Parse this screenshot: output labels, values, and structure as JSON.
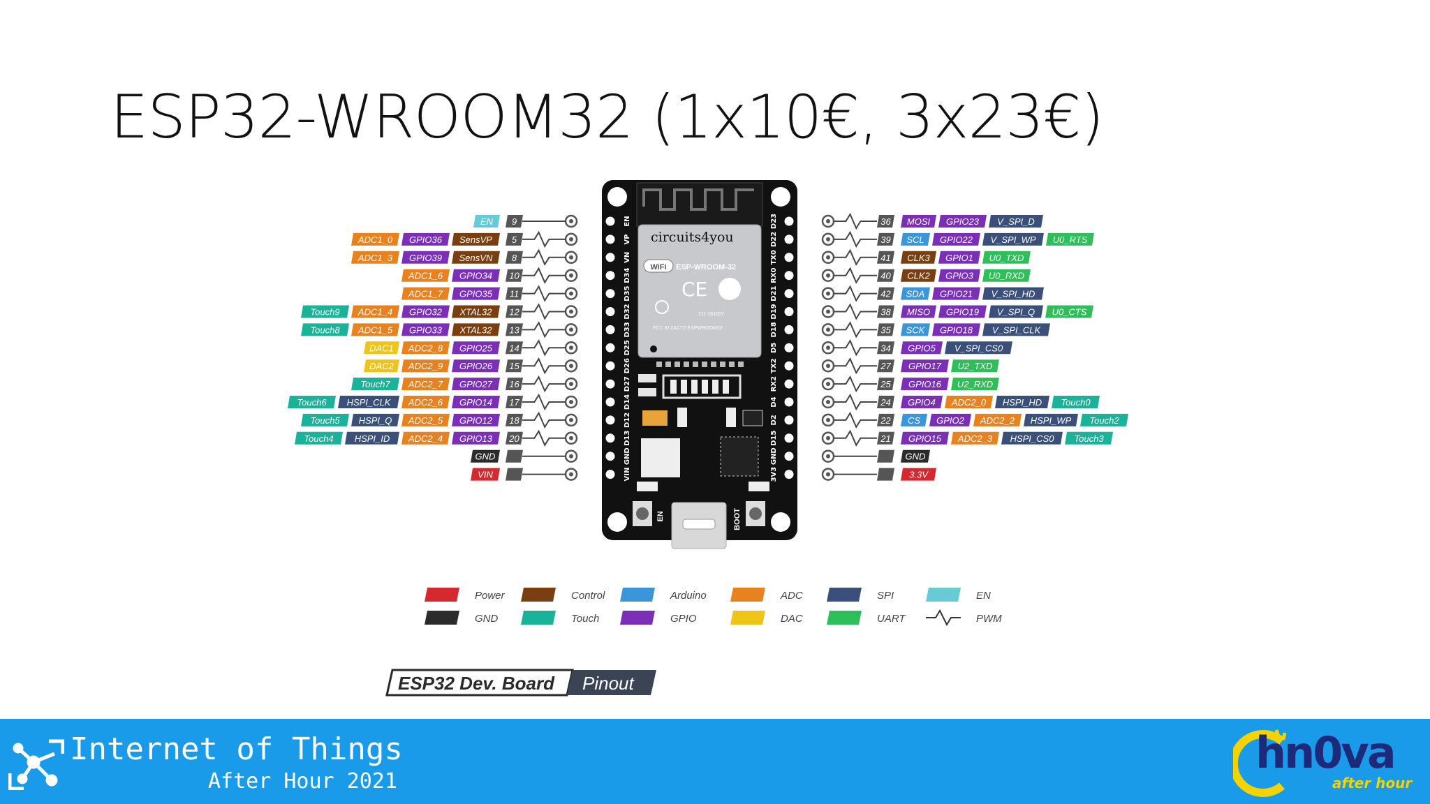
{
  "slide": {
    "title": "ESP32-WROOM32 (1x10€, 3x23€)"
  },
  "footer": {
    "title": "Internet of Things",
    "subtitle": "After Hour 2021",
    "brand": "hn0va",
    "brand_tag": "after hour"
  },
  "board": {
    "brand": "circuits4you",
    "module": "ESP-WROOM-32",
    "wifi": "WiFi",
    "ce": "CE",
    "cert": "211-161007",
    "fcc": "FCC ID:2AC7Z-ESPWROOM32",
    "btn_en": "EN",
    "btn_boot": "BOOT",
    "left_header": [
      "EN",
      "VP",
      "VN",
      "D34",
      "D35",
      "D32",
      "D33",
      "D25",
      "D26",
      "D27",
      "D14",
      "D12",
      "D13",
      "GND",
      "VIN"
    ],
    "right_header": [
      "D23",
      "D22",
      "TX0",
      "RX0",
      "D21",
      "D19",
      "D18",
      "D5",
      "TX2",
      "RX2",
      "D4",
      "D2",
      "D15",
      "GND",
      "3V3"
    ]
  },
  "colors": {
    "power": "#d6282f",
    "gnd": "#2b2b2b",
    "control": "#7a3f10",
    "touch": "#1bb29a",
    "arduino": "#3a96d8",
    "gpio": "#7b2fb6",
    "adc": "#e8821f",
    "dac": "#f0c417",
    "spi": "#3a4f7a",
    "uart": "#2fbf5a",
    "en": "#66cbd5",
    "pin_num": "#555555",
    "footer": "#1a9bea",
    "board": "#111111"
  },
  "pins_left": [
    {
      "num": "9",
      "pwm": false,
      "labels": [
        {
          "text": "EN",
          "color": "en"
        }
      ]
    },
    {
      "num": "5",
      "pwm": true,
      "labels": [
        {
          "text": "ADC1_0",
          "color": "adc"
        },
        {
          "text": "GPIO36",
          "color": "gpio"
        },
        {
          "text": "SensVP",
          "color": "control"
        }
      ]
    },
    {
      "num": "8",
      "pwm": true,
      "labels": [
        {
          "text": "ADC1_3",
          "color": "adc"
        },
        {
          "text": "GPIO39",
          "color": "gpio"
        },
        {
          "text": "SensVN",
          "color": "control"
        }
      ]
    },
    {
      "num": "10",
      "pwm": true,
      "labels": [
        {
          "text": "ADC1_6",
          "color": "adc"
        },
        {
          "text": "GPIO34",
          "color": "gpio"
        }
      ]
    },
    {
      "num": "11",
      "pwm": true,
      "labels": [
        {
          "text": "ADC1_7",
          "color": "adc"
        },
        {
          "text": "GPIO35",
          "color": "gpio"
        }
      ]
    },
    {
      "num": "12",
      "pwm": true,
      "labels": [
        {
          "text": "Touch9",
          "color": "touch"
        },
        {
          "text": "ADC1_4",
          "color": "adc"
        },
        {
          "text": "GPIO32",
          "color": "gpio"
        },
        {
          "text": "XTAL32",
          "color": "control"
        }
      ]
    },
    {
      "num": "13",
      "pwm": true,
      "labels": [
        {
          "text": "Touch8",
          "color": "touch"
        },
        {
          "text": "ADC1_5",
          "color": "adc"
        },
        {
          "text": "GPIO33",
          "color": "gpio"
        },
        {
          "text": "XTAL32",
          "color": "control"
        }
      ]
    },
    {
      "num": "14",
      "pwm": true,
      "labels": [
        {
          "text": "DAC1",
          "color": "dac"
        },
        {
          "text": "ADC2_8",
          "color": "adc"
        },
        {
          "text": "GPIO25",
          "color": "gpio"
        }
      ]
    },
    {
      "num": "15",
      "pwm": true,
      "labels": [
        {
          "text": "DAC2",
          "color": "dac"
        },
        {
          "text": "ADC2_9",
          "color": "adc"
        },
        {
          "text": "GPIO26",
          "color": "gpio"
        }
      ]
    },
    {
      "num": "16",
      "pwm": true,
      "labels": [
        {
          "text": "Touch7",
          "color": "touch"
        },
        {
          "text": "ADC2_7",
          "color": "adc"
        },
        {
          "text": "GPIO27",
          "color": "gpio"
        }
      ]
    },
    {
      "num": "17",
      "pwm": true,
      "labels": [
        {
          "text": "Touch6",
          "color": "touch"
        },
        {
          "text": "HSPI_CLK",
          "color": "spi"
        },
        {
          "text": "ADC2_6",
          "color": "adc"
        },
        {
          "text": "GPIO14",
          "color": "gpio"
        }
      ]
    },
    {
      "num": "18",
      "pwm": true,
      "labels": [
        {
          "text": "Touch5",
          "color": "touch"
        },
        {
          "text": "HSPI_Q",
          "color": "spi"
        },
        {
          "text": "ADC2_5",
          "color": "adc"
        },
        {
          "text": "GPIO12",
          "color": "gpio"
        }
      ]
    },
    {
      "num": "20",
      "pwm": true,
      "labels": [
        {
          "text": "Touch4",
          "color": "touch"
        },
        {
          "text": "HSPI_ID",
          "color": "spi"
        },
        {
          "text": "ADC2_4",
          "color": "adc"
        },
        {
          "text": "GPIO13",
          "color": "gpio"
        }
      ]
    },
    {
      "num": "",
      "pwm": false,
      "labels": [
        {
          "text": "GND",
          "color": "gnd"
        }
      ]
    },
    {
      "num": "",
      "pwm": false,
      "labels": [
        {
          "text": "VIN",
          "color": "power"
        }
      ]
    }
  ],
  "pins_right": [
    {
      "num": "36",
      "pwm": true,
      "labels": [
        {
          "text": "MOSI",
          "color": "gpio"
        },
        {
          "text": "GPIO23",
          "color": "gpio"
        },
        {
          "text": "V_SPI_D",
          "color": "spi"
        }
      ]
    },
    {
      "num": "39",
      "pwm": true,
      "labels": [
        {
          "text": "SCL",
          "color": "arduino"
        },
        {
          "text": "GPIO22",
          "color": "gpio"
        },
        {
          "text": "V_SPI_WP",
          "color": "spi"
        },
        {
          "text": "U0_RTS",
          "color": "uart"
        }
      ]
    },
    {
      "num": "41",
      "pwm": true,
      "labels": [
        {
          "text": "CLK3",
          "color": "control"
        },
        {
          "text": "GPIO1",
          "color": "gpio"
        },
        {
          "text": "U0_TXD",
          "color": "uart"
        }
      ]
    },
    {
      "num": "40",
      "pwm": true,
      "labels": [
        {
          "text": "CLK2",
          "color": "control"
        },
        {
          "text": "GPIO3",
          "color": "gpio"
        },
        {
          "text": "U0_RXD",
          "color": "uart"
        }
      ]
    },
    {
      "num": "42",
      "pwm": true,
      "labels": [
        {
          "text": "SDA",
          "color": "arduino"
        },
        {
          "text": "GPIO21",
          "color": "gpio"
        },
        {
          "text": "V_SPI_HD",
          "color": "spi"
        }
      ]
    },
    {
      "num": "38",
      "pwm": true,
      "labels": [
        {
          "text": "MISO",
          "color": "gpio"
        },
        {
          "text": "GPIO19",
          "color": "gpio"
        },
        {
          "text": "V_SPI_Q",
          "color": "spi"
        },
        {
          "text": "U0_CTS",
          "color": "uart"
        }
      ]
    },
    {
      "num": "35",
      "pwm": true,
      "labels": [
        {
          "text": "SCK",
          "color": "arduino"
        },
        {
          "text": "GPIO18",
          "color": "gpio"
        },
        {
          "text": "V_SPI_CLK",
          "color": "spi"
        }
      ]
    },
    {
      "num": "34",
      "pwm": true,
      "labels": [
        {
          "text": "GPIO5",
          "color": "gpio"
        },
        {
          "text": "V_SPI_CS0",
          "color": "spi"
        }
      ]
    },
    {
      "num": "27",
      "pwm": true,
      "labels": [
        {
          "text": "GPIO17",
          "color": "gpio"
        },
        {
          "text": "U2_TXD",
          "color": "uart"
        }
      ]
    },
    {
      "num": "25",
      "pwm": true,
      "labels": [
        {
          "text": "GPIO16",
          "color": "gpio"
        },
        {
          "text": "U2_RXD",
          "color": "uart"
        }
      ]
    },
    {
      "num": "24",
      "pwm": true,
      "labels": [
        {
          "text": "GPIO4",
          "color": "gpio"
        },
        {
          "text": "ADC2_0",
          "color": "adc"
        },
        {
          "text": "HSPI_HD",
          "color": "spi"
        },
        {
          "text": "Touch0",
          "color": "touch"
        }
      ]
    },
    {
      "num": "22",
      "pwm": true,
      "labels": [
        {
          "text": "CS",
          "color": "arduino"
        },
        {
          "text": "GPIO2",
          "color": "gpio"
        },
        {
          "text": "ADC2_2",
          "color": "adc"
        },
        {
          "text": "HSPI_WP",
          "color": "spi"
        },
        {
          "text": "Touch2",
          "color": "touch"
        }
      ]
    },
    {
      "num": "21",
      "pwm": true,
      "labels": [
        {
          "text": "GPIO15",
          "color": "gpio"
        },
        {
          "text": "ADC2_3",
          "color": "adc"
        },
        {
          "text": "HSPI_CS0",
          "color": "spi"
        },
        {
          "text": "Touch3",
          "color": "touch"
        }
      ]
    },
    {
      "num": "",
      "pwm": false,
      "labels": [
        {
          "text": "GND",
          "color": "gnd"
        }
      ]
    },
    {
      "num": "",
      "pwm": false,
      "labels": [
        {
          "text": "3.3V",
          "color": "power"
        }
      ]
    }
  ],
  "legend": [
    {
      "label": "Power",
      "color": "power"
    },
    {
      "label": "Control",
      "color": "control"
    },
    {
      "label": "Arduino",
      "color": "arduino"
    },
    {
      "label": "ADC",
      "color": "adc"
    },
    {
      "label": "SPI",
      "color": "spi"
    },
    {
      "label": "EN",
      "color": "en"
    },
    {
      "label": "GND",
      "color": "gnd"
    },
    {
      "label": "Touch",
      "color": "touch"
    },
    {
      "label": "GPIO",
      "color": "gpio"
    },
    {
      "label": "DAC",
      "color": "dac"
    },
    {
      "label": "UART",
      "color": "uart"
    },
    {
      "label": "PWM",
      "color": "pwm"
    }
  ],
  "badge": {
    "left": "ESP32 Dev. Board",
    "right": "Pinout"
  }
}
